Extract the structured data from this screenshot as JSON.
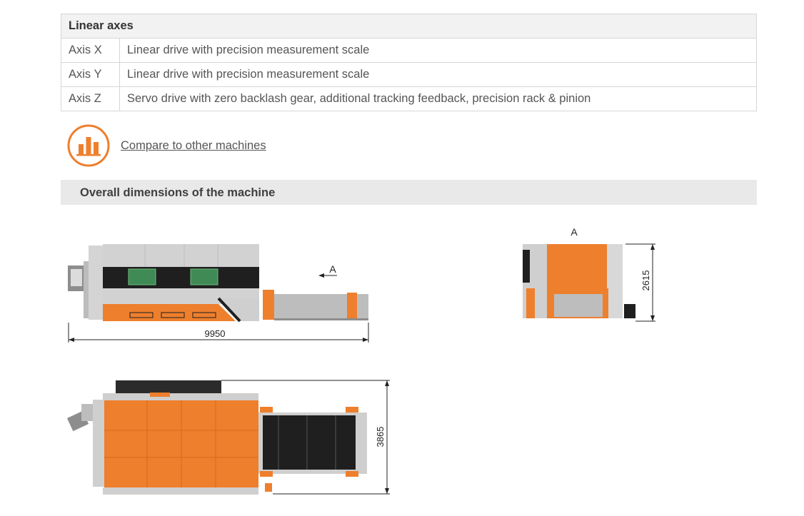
{
  "linear_axes": {
    "title": "Linear axes",
    "rows": [
      {
        "axis": "Axis X",
        "description": "Linear drive with precision measurement scale"
      },
      {
        "axis": "Axis Y",
        "description": "Linear drive with precision measurement scale"
      },
      {
        "axis": "Axis Z",
        "description": "Servo drive with zero backlash gear, additional tracking feedback, precision rack & pinion"
      }
    ]
  },
  "compare": {
    "icon": "bar-chart-icon",
    "link_text": "Compare to other machines"
  },
  "dimensions": {
    "title": "Overall dimensions of the machine",
    "view_marker": "A",
    "length": "9950",
    "height": "2615",
    "width": "3865"
  },
  "colors": {
    "accent": "#ee7f2d",
    "machine_gray": "#c9c9c9",
    "dark": "#2b2b2b"
  }
}
